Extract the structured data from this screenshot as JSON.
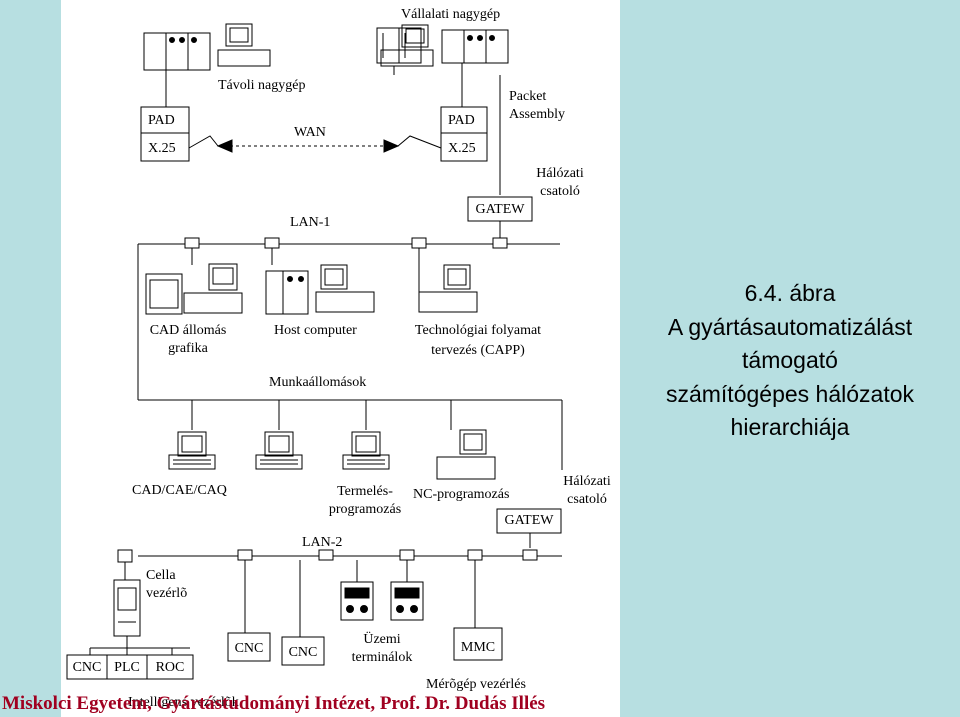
{
  "diagram": {
    "top": {
      "enterprise_mainframe": "Vállalati nagygép",
      "remote_mainframe": "Távoli nagygép",
      "wan": "WAN",
      "pad_left": "PAD",
      "x25_left": "X.25",
      "pad_right": "PAD",
      "x25_right": "X.25",
      "packet_assembly": [
        "Packet",
        "Assembly"
      ],
      "gateway_adapter": [
        "Hálózati",
        "csatoló"
      ],
      "gatew": "GATEW",
      "lan1": "LAN-1"
    },
    "middle": {
      "cad_station": [
        "CAD állomás",
        "grafika"
      ],
      "host_computer": "Host computer",
      "workstations": "Munkaállomások",
      "capp": [
        "Technológiai folyamat",
        "tervezés (CAPP)"
      ]
    },
    "lower": {
      "cad_cae_caq": "CAD/CAE/CAQ",
      "production_programming": [
        "Termelés-",
        "programozás"
      ],
      "nc_programming": "NC-programozás",
      "gateway_adapter": [
        "Hálózati",
        "csatoló"
      ],
      "gatew": "GATEW",
      "lan2": "LAN-2"
    },
    "bottom": {
      "cell_controller": [
        "Cella",
        "vezérlõ"
      ],
      "cnc": "CNC",
      "plc": "PLC",
      "roc": "ROC",
      "cnc2": "CNC",
      "cnc3": "CNC",
      "plant_terminals": [
        "Üzemi",
        "terminálok"
      ],
      "mmc": "MMC",
      "cmm_control": "Mérõgép vezérlés",
      "partial_text": "Intelligens vezérlõk"
    }
  },
  "caption": [
    "6.4. ábra",
    "A gyártásautomatizálást",
    "támogató",
    "számítógépes hálózatok",
    "hierarchiája"
  ],
  "footer": "Miskolci Egyetem, Gyártástudományi Intézet, Prof. Dr. Dudás Illés"
}
